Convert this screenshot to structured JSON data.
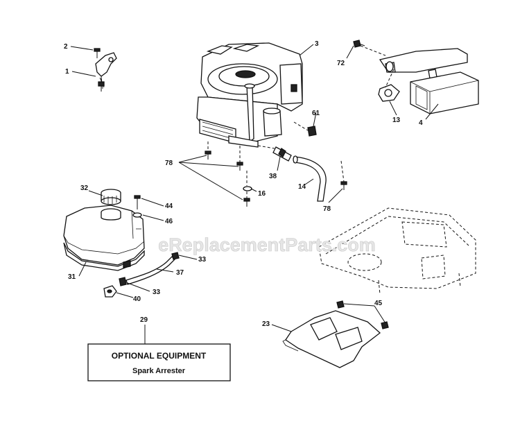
{
  "watermark": "eReplacementParts.com",
  "optional_box": {
    "title": "OPTIONAL EQUIPMENT",
    "subtitle": "Spark Arrester"
  },
  "callouts": [
    {
      "id": "c2",
      "label": "2"
    },
    {
      "id": "c1",
      "label": "1"
    },
    {
      "id": "c3",
      "label": "3"
    },
    {
      "id": "c72",
      "label": "72"
    },
    {
      "id": "c13",
      "label": "13"
    },
    {
      "id": "c4",
      "label": "4"
    },
    {
      "id": "c61",
      "label": "61"
    },
    {
      "id": "c78a",
      "label": "78"
    },
    {
      "id": "c38",
      "label": "38"
    },
    {
      "id": "c14",
      "label": "14"
    },
    {
      "id": "c16",
      "label": "16"
    },
    {
      "id": "c78b",
      "label": "78"
    },
    {
      "id": "c32",
      "label": "32"
    },
    {
      "id": "c44",
      "label": "44"
    },
    {
      "id": "c46",
      "label": "46"
    },
    {
      "id": "c33a",
      "label": "33"
    },
    {
      "id": "c37",
      "label": "37"
    },
    {
      "id": "c31",
      "label": "31"
    },
    {
      "id": "c33b",
      "label": "33"
    },
    {
      "id": "c40",
      "label": "40"
    },
    {
      "id": "c29",
      "label": "29"
    },
    {
      "id": "c45",
      "label": "45"
    },
    {
      "id": "c23",
      "label": "23"
    }
  ]
}
